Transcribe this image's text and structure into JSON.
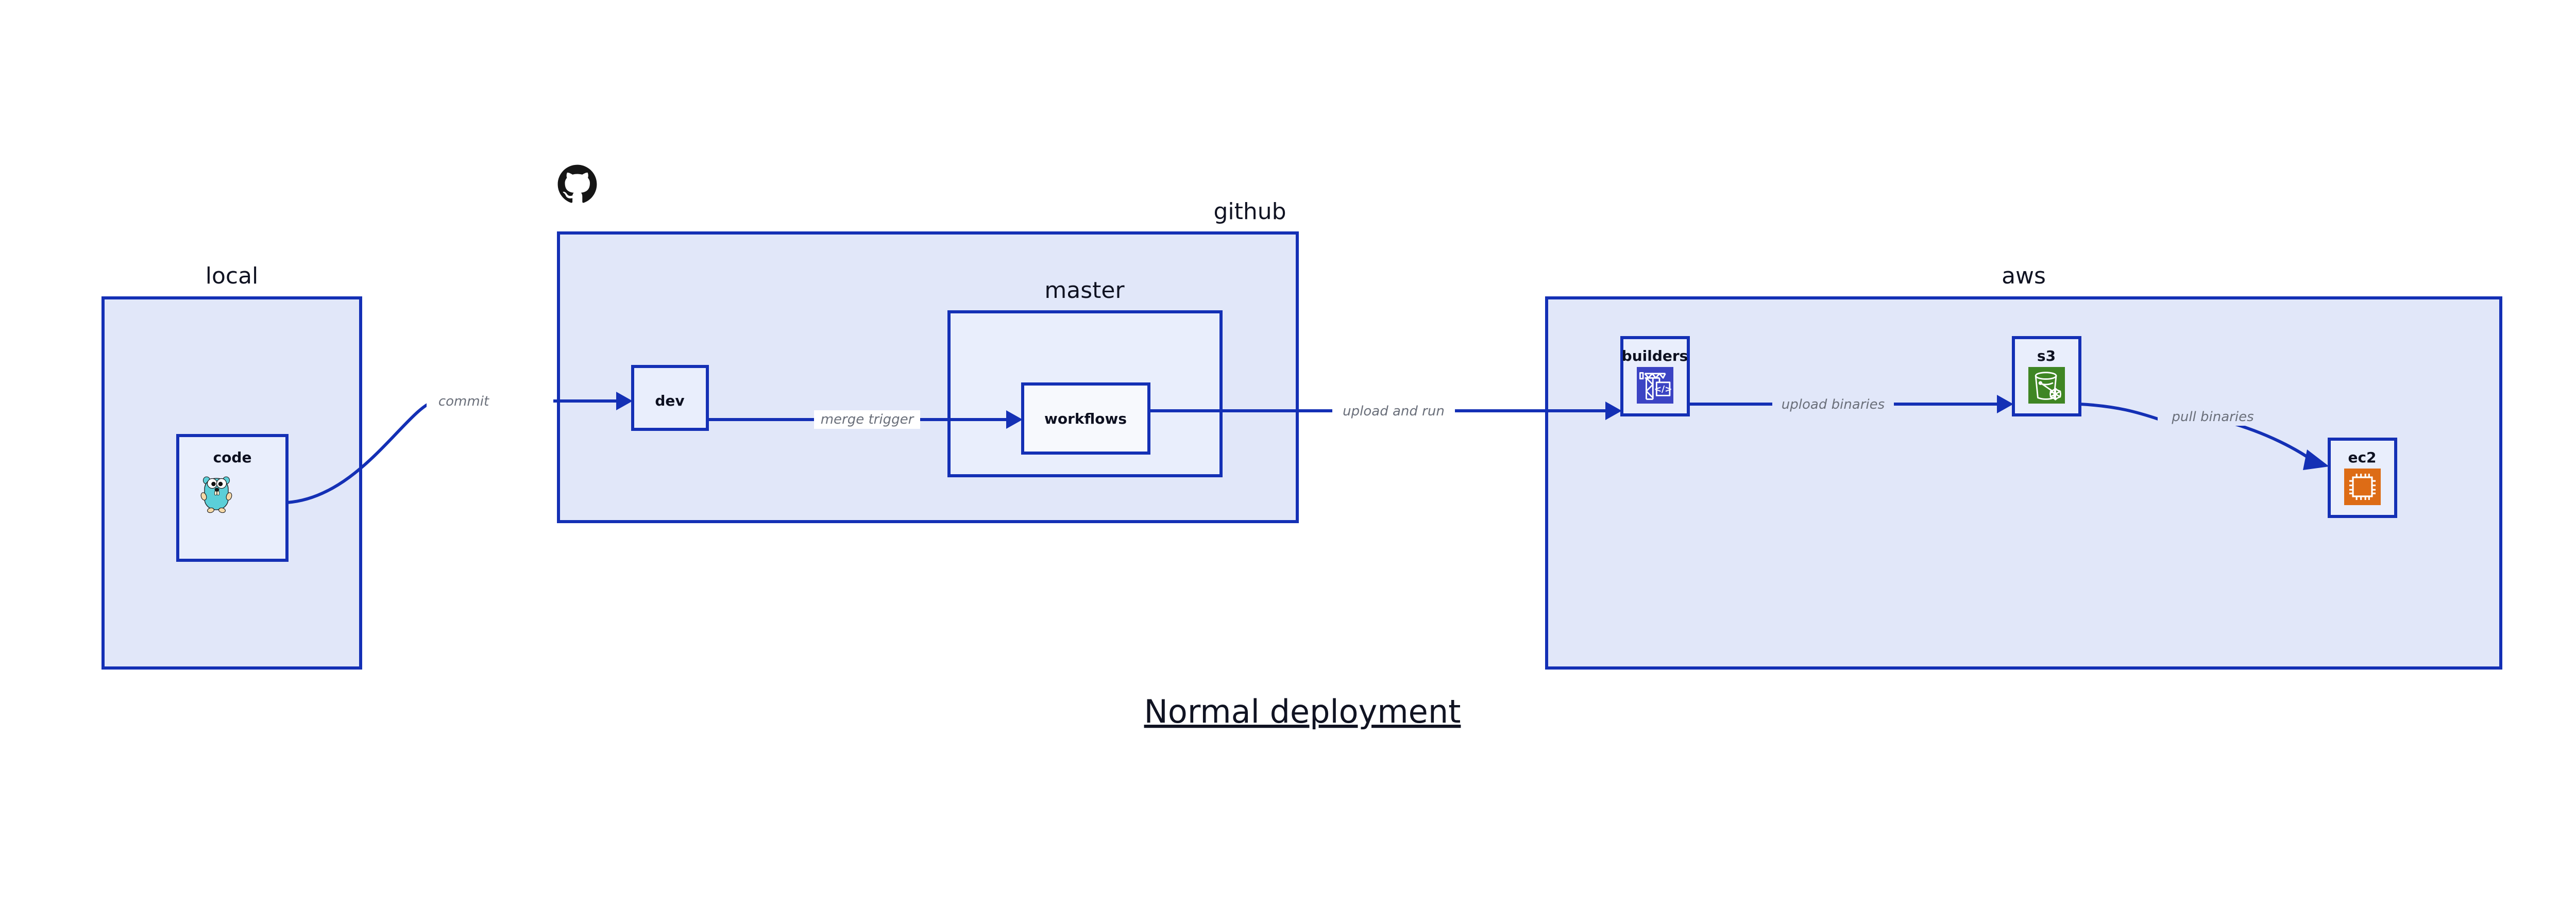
{
  "diagram": {
    "title": "Normal deployment",
    "background_color": "#ffffff",
    "accent_color": "#1430b5",
    "container_fill": "#e1e7f9",
    "node_fill": "#e9eefc",
    "node_fill_light": "#f7f9fd",
    "label_color": "#101322",
    "edge_label_color": "#6a6f7a"
  },
  "groups": [
    {
      "id": "local",
      "label": "local",
      "nodes": [
        {
          "id": "code",
          "label": "code",
          "icon": "go-gopher-icon"
        }
      ]
    },
    {
      "id": "github",
      "label": "github",
      "logo": "github-octocat-icon",
      "nodes": [
        {
          "id": "dev",
          "label": "dev",
          "icon": "none"
        }
      ],
      "subgroups": [
        {
          "id": "master",
          "label": "master",
          "nodes": [
            {
              "id": "workflows",
              "label": "workflows",
              "icon": "none"
            }
          ]
        }
      ]
    },
    {
      "id": "aws",
      "label": "aws",
      "nodes": [
        {
          "id": "builders",
          "label": "builders",
          "icon": "aws-codebuild-crane-icon",
          "icon_color": "#3c44c4"
        },
        {
          "id": "s3",
          "label": "s3",
          "icon": "aws-s3-glacier-bucket-icon",
          "icon_color": "#3f8624"
        },
        {
          "id": "ec2",
          "label": "ec2",
          "icon": "aws-ec2-chip-icon",
          "icon_color": "#dd6c16"
        }
      ]
    }
  ],
  "edges": [
    {
      "id": "commit",
      "label": "commit",
      "from": "code",
      "to": "dev"
    },
    {
      "id": "merge-trigger",
      "label": "merge trigger",
      "from": "dev",
      "to": "workflows"
    },
    {
      "id": "upload-and-run",
      "label": "upload and run",
      "from": "workflows",
      "to": "builders"
    },
    {
      "id": "upload-binaries",
      "label": "upload binaries",
      "from": "builders",
      "to": "s3"
    },
    {
      "id": "pull-binaries",
      "label": "pull binaries",
      "from": "s3",
      "to": "ec2"
    }
  ]
}
